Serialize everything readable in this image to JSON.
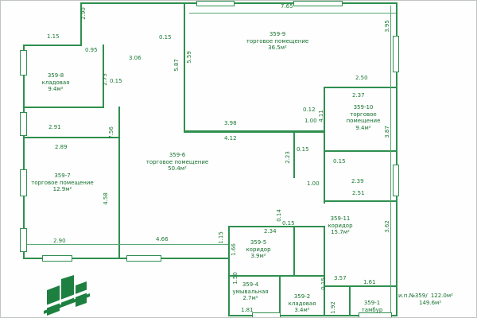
{
  "colors": {
    "ink": "#1c7a35",
    "line": "#2f8f4f"
  },
  "rooms": [
    {
      "id": "359-8",
      "name": "кладовая",
      "area": "9.4м²"
    },
    {
      "id": "359-9",
      "name": "торговое помещение",
      "area": "36.5м²"
    },
    {
      "id": "359-10",
      "name": "торговое помещение",
      "area": "9.4м²"
    },
    {
      "id": "359-6",
      "name": "торговое помещение",
      "area": "50.4м²"
    },
    {
      "id": "359-7",
      "name": "торговое помещение",
      "area": "12.9м²"
    },
    {
      "id": "359-11",
      "name": "коридор",
      "area": "15.7м²"
    },
    {
      "id": "359-5",
      "name": "коридор",
      "area": "3.9м²"
    },
    {
      "id": "359-4",
      "name": "умывальная",
      "area": "2.7м²"
    },
    {
      "id": "359-2",
      "name": "кладовая",
      "area": "3.4м²"
    },
    {
      "id": "359-1",
      "name": "тамбур",
      "area": ""
    }
  ],
  "total": {
    "label": "и.п.№359/",
    "area_units": "122.0м²",
    "area_total": "149.6м²"
  },
  "dims": [
    "2.90",
    "7.65",
    "1.15",
    "0.95",
    "3.06",
    "0.15",
    "5.87",
    "5.59",
    "3.95",
    "2.73",
    "0.15",
    "2.91",
    "7.56",
    "2.89",
    "2.50",
    "2.37",
    "0.12",
    "1.00",
    "4.11",
    "3.87",
    "3.98",
    "4.12",
    "2.23",
    "0.15",
    "0.15",
    "2.39",
    "2.51",
    "1.00",
    "4.58",
    "3.62",
    "2.90",
    "4.66",
    "1.15",
    "1.66",
    "2.34",
    "0.14",
    "1.50",
    "1.81",
    "0.15",
    "3.57",
    "1.92",
    "1.61",
    "0.15"
  ]
}
